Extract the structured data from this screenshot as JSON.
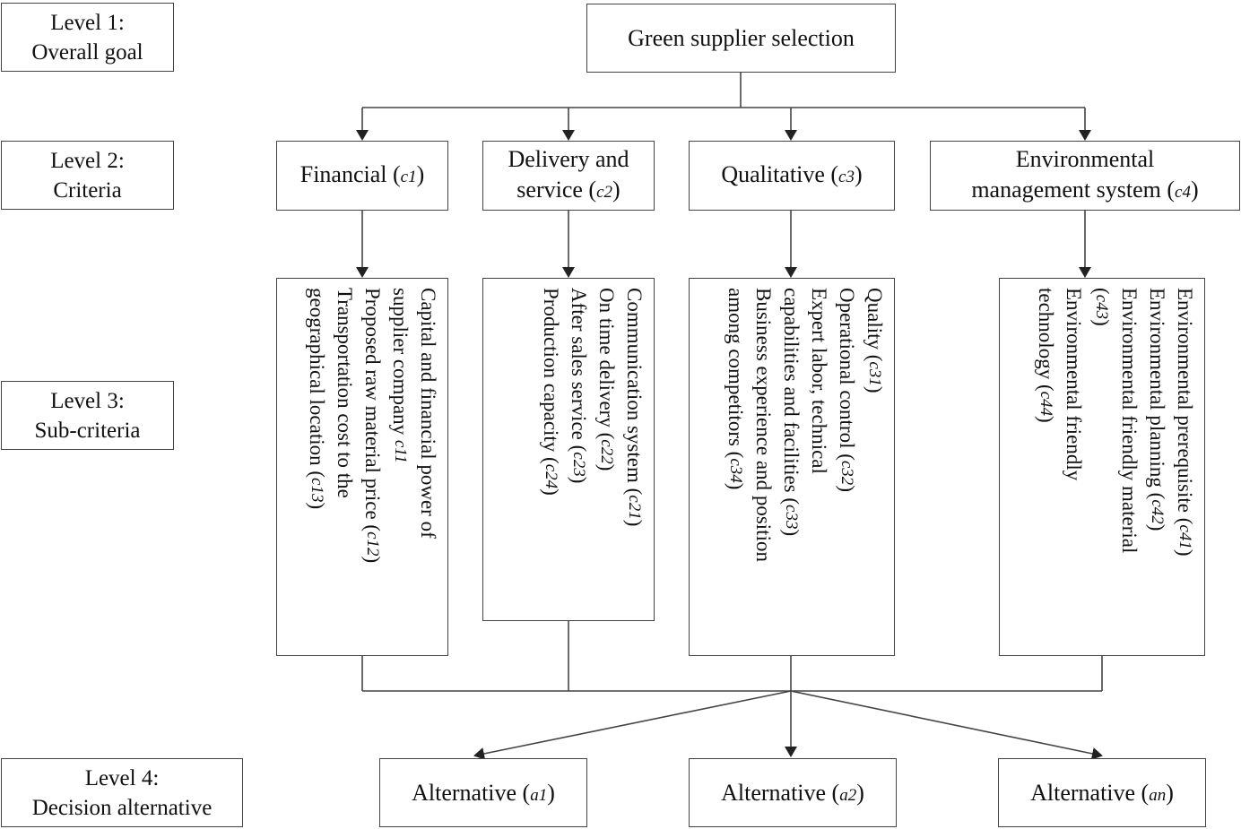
{
  "levels": {
    "l1": {
      "line1": "Level 1:",
      "line2": "Overall goal"
    },
    "l2": {
      "line1": "Level 2:",
      "line2": "Criteria"
    },
    "l3": {
      "line1": "Level 3:",
      "line2": "Sub-criteria"
    },
    "l4": {
      "line1": "Level 4:",
      "line2": "Decision alternative"
    }
  },
  "goal": "Green supplier selection",
  "criteria": [
    {
      "lines": [
        "Financial ("
      ],
      "code": "c1",
      "tail": ")"
    },
    {
      "line1": "Delivery and",
      "line2": "service (",
      "code": "c2",
      "tail": ")"
    },
    {
      "lines": [
        "Qualitative ("
      ],
      "code": "c3",
      "tail": ")"
    },
    {
      "line1": "Environmental",
      "line2": "management system (",
      "code": "c4",
      "tail": ")"
    }
  ],
  "subcriteria": [
    {
      "lines": [
        {
          "t": "Capital and financial power of"
        },
        {
          "t": "supplier company ",
          "code": "c11"
        },
        {
          "t": "Proposed raw material price (",
          "code": "c12",
          "tail": ")"
        },
        {
          "t": "Transportation cost to the"
        },
        {
          "t": "geographical location (",
          "code": "c13",
          "tail": ")"
        }
      ]
    },
    {
      "lines": [
        {
          "t": "Communication system (",
          "code": "c21",
          "tail": ")"
        },
        {
          "t": "On time delivery (",
          "code": "c22",
          "tail": ")"
        },
        {
          "t": "After sales service (",
          "code": "c23",
          "tail": ")"
        },
        {
          "t": "Production capacity (",
          "code": "c24",
          "tail": ")"
        }
      ]
    },
    {
      "lines": [
        {
          "t": "Quality (",
          "code": "c31",
          "tail": ")"
        },
        {
          "t": "Operational control (",
          "code": "c32",
          "tail": ")"
        },
        {
          "t": "Expert labor, technical"
        },
        {
          "t": "capabilities and facilities (",
          "code": "c33",
          "tail": ")"
        },
        {
          "t": "Business experience and position"
        },
        {
          "t": "among competitors (",
          "code": "c34",
          "tail": ")"
        }
      ]
    },
    {
      "lines": [
        {
          "t": "Environmental prerequisite (",
          "code": "c41",
          "tail": ")"
        },
        {
          "t": "Environmental planning (",
          "code": "c42",
          "tail": ")"
        },
        {
          "t": "Environmental friendly material"
        },
        {
          "t": "(",
          "code": "c43",
          "tail": ")"
        },
        {
          "t": "Environmental friendly"
        },
        {
          "t": "technology (",
          "code": "c44",
          "tail": ")"
        }
      ]
    }
  ],
  "alternatives": [
    {
      "pre": "Alternative (",
      "code": "a1",
      "tail": ")"
    },
    {
      "pre": "Alternative (",
      "code": "a2",
      "tail": ")"
    },
    {
      "pre": "Alternative (",
      "code": "an",
      "tail": ")"
    }
  ]
}
